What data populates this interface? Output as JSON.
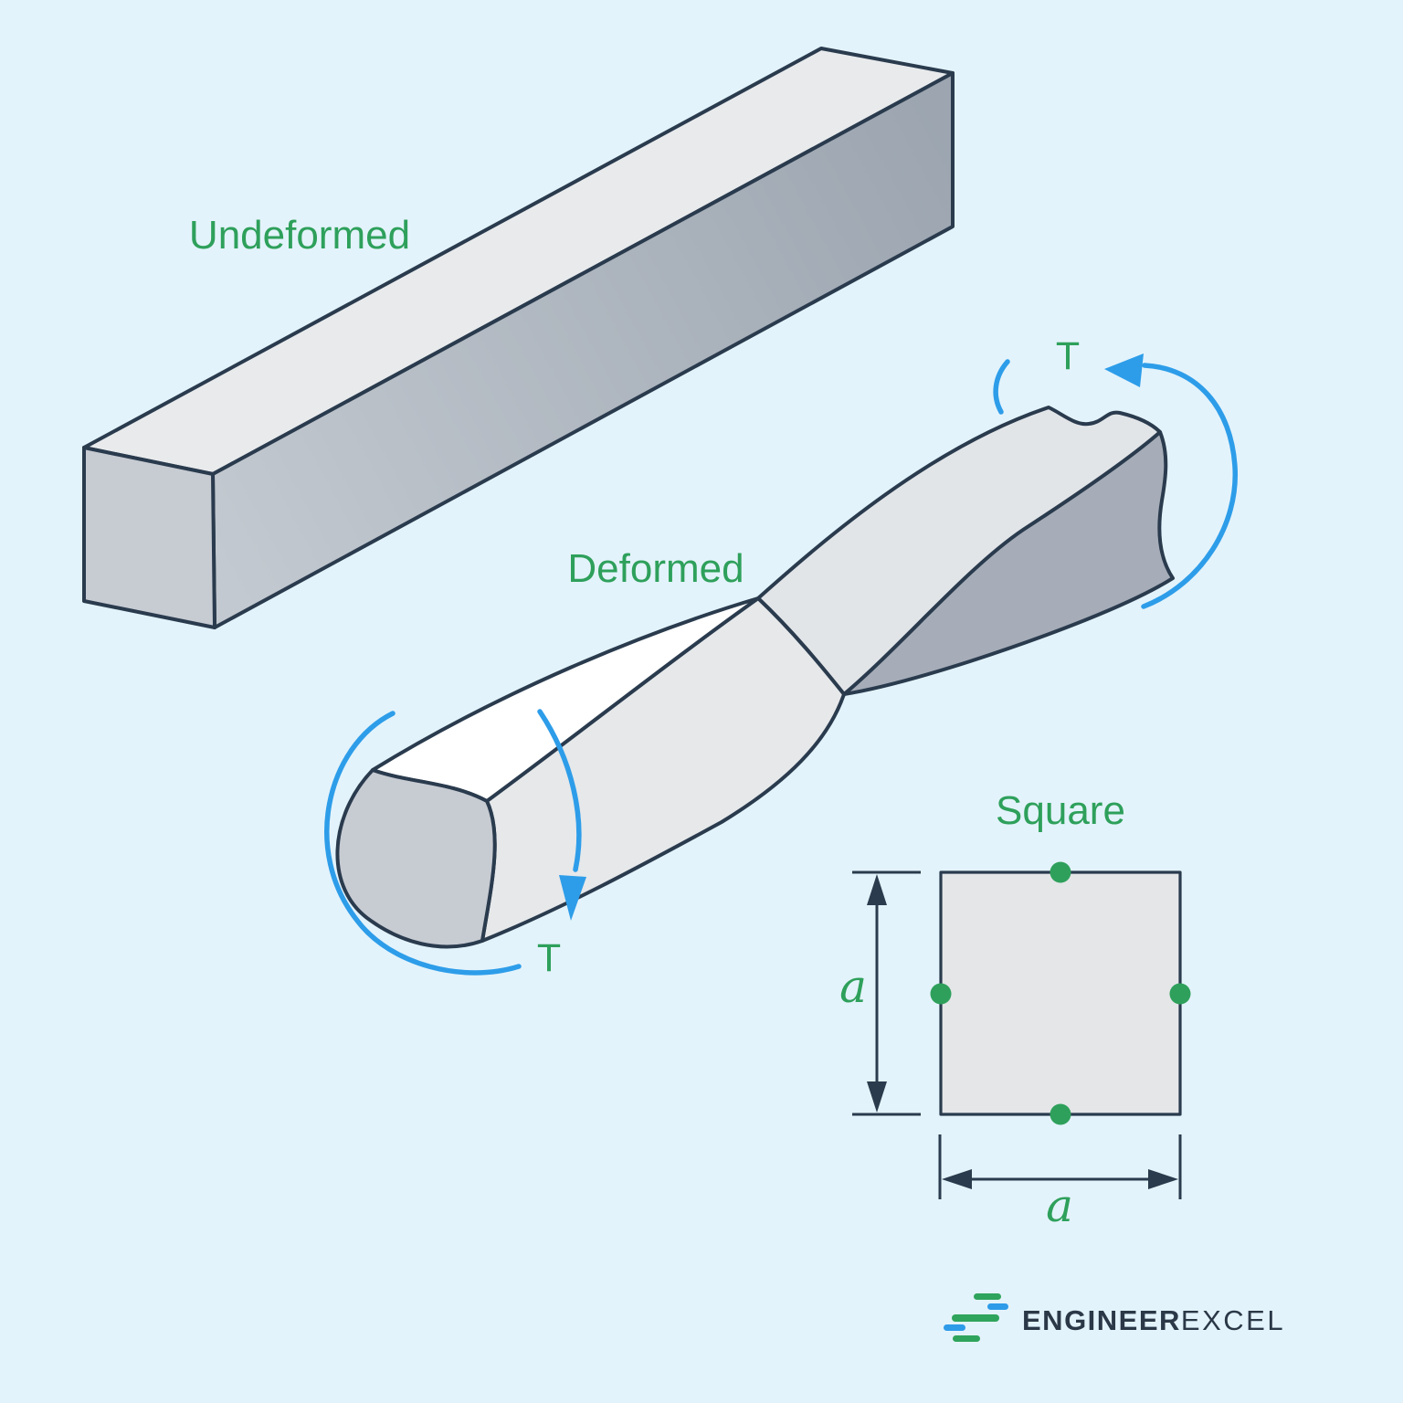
{
  "labels": {
    "undeformed": "Undeformed",
    "deformed": "Deformed",
    "square": "Square",
    "torque_left": "T",
    "torque_right": "T",
    "dim_a_vertical": "a",
    "dim_a_horizontal": "a"
  },
  "logo": {
    "text_bold": "ENGINEER",
    "text_light": "EXCEL"
  },
  "colors": {
    "background": "#E3F3FB",
    "outline": "#2A3B4E",
    "label_green": "#2EA05B",
    "arrow_blue": "#2D9DE9",
    "bar_top_face": "#E8EAEC",
    "bar_front_left": "#C3C9D0",
    "bar_front_right": "#9CA5B0",
    "end_face_gray": "#C7CBD2",
    "band_light": "#E6E8EA",
    "top_right_light": "#E2E5E8",
    "dark_face": "#A6ADB8",
    "white_face": "#FFFFFF",
    "square_fill": "#E4E6E8",
    "dot_green": "#2EA05B",
    "dim_color": "#2A3B4D",
    "logo_text": "#2A3847",
    "logo_green": "#2FA45C",
    "logo_blue": "#2E9BE9"
  }
}
